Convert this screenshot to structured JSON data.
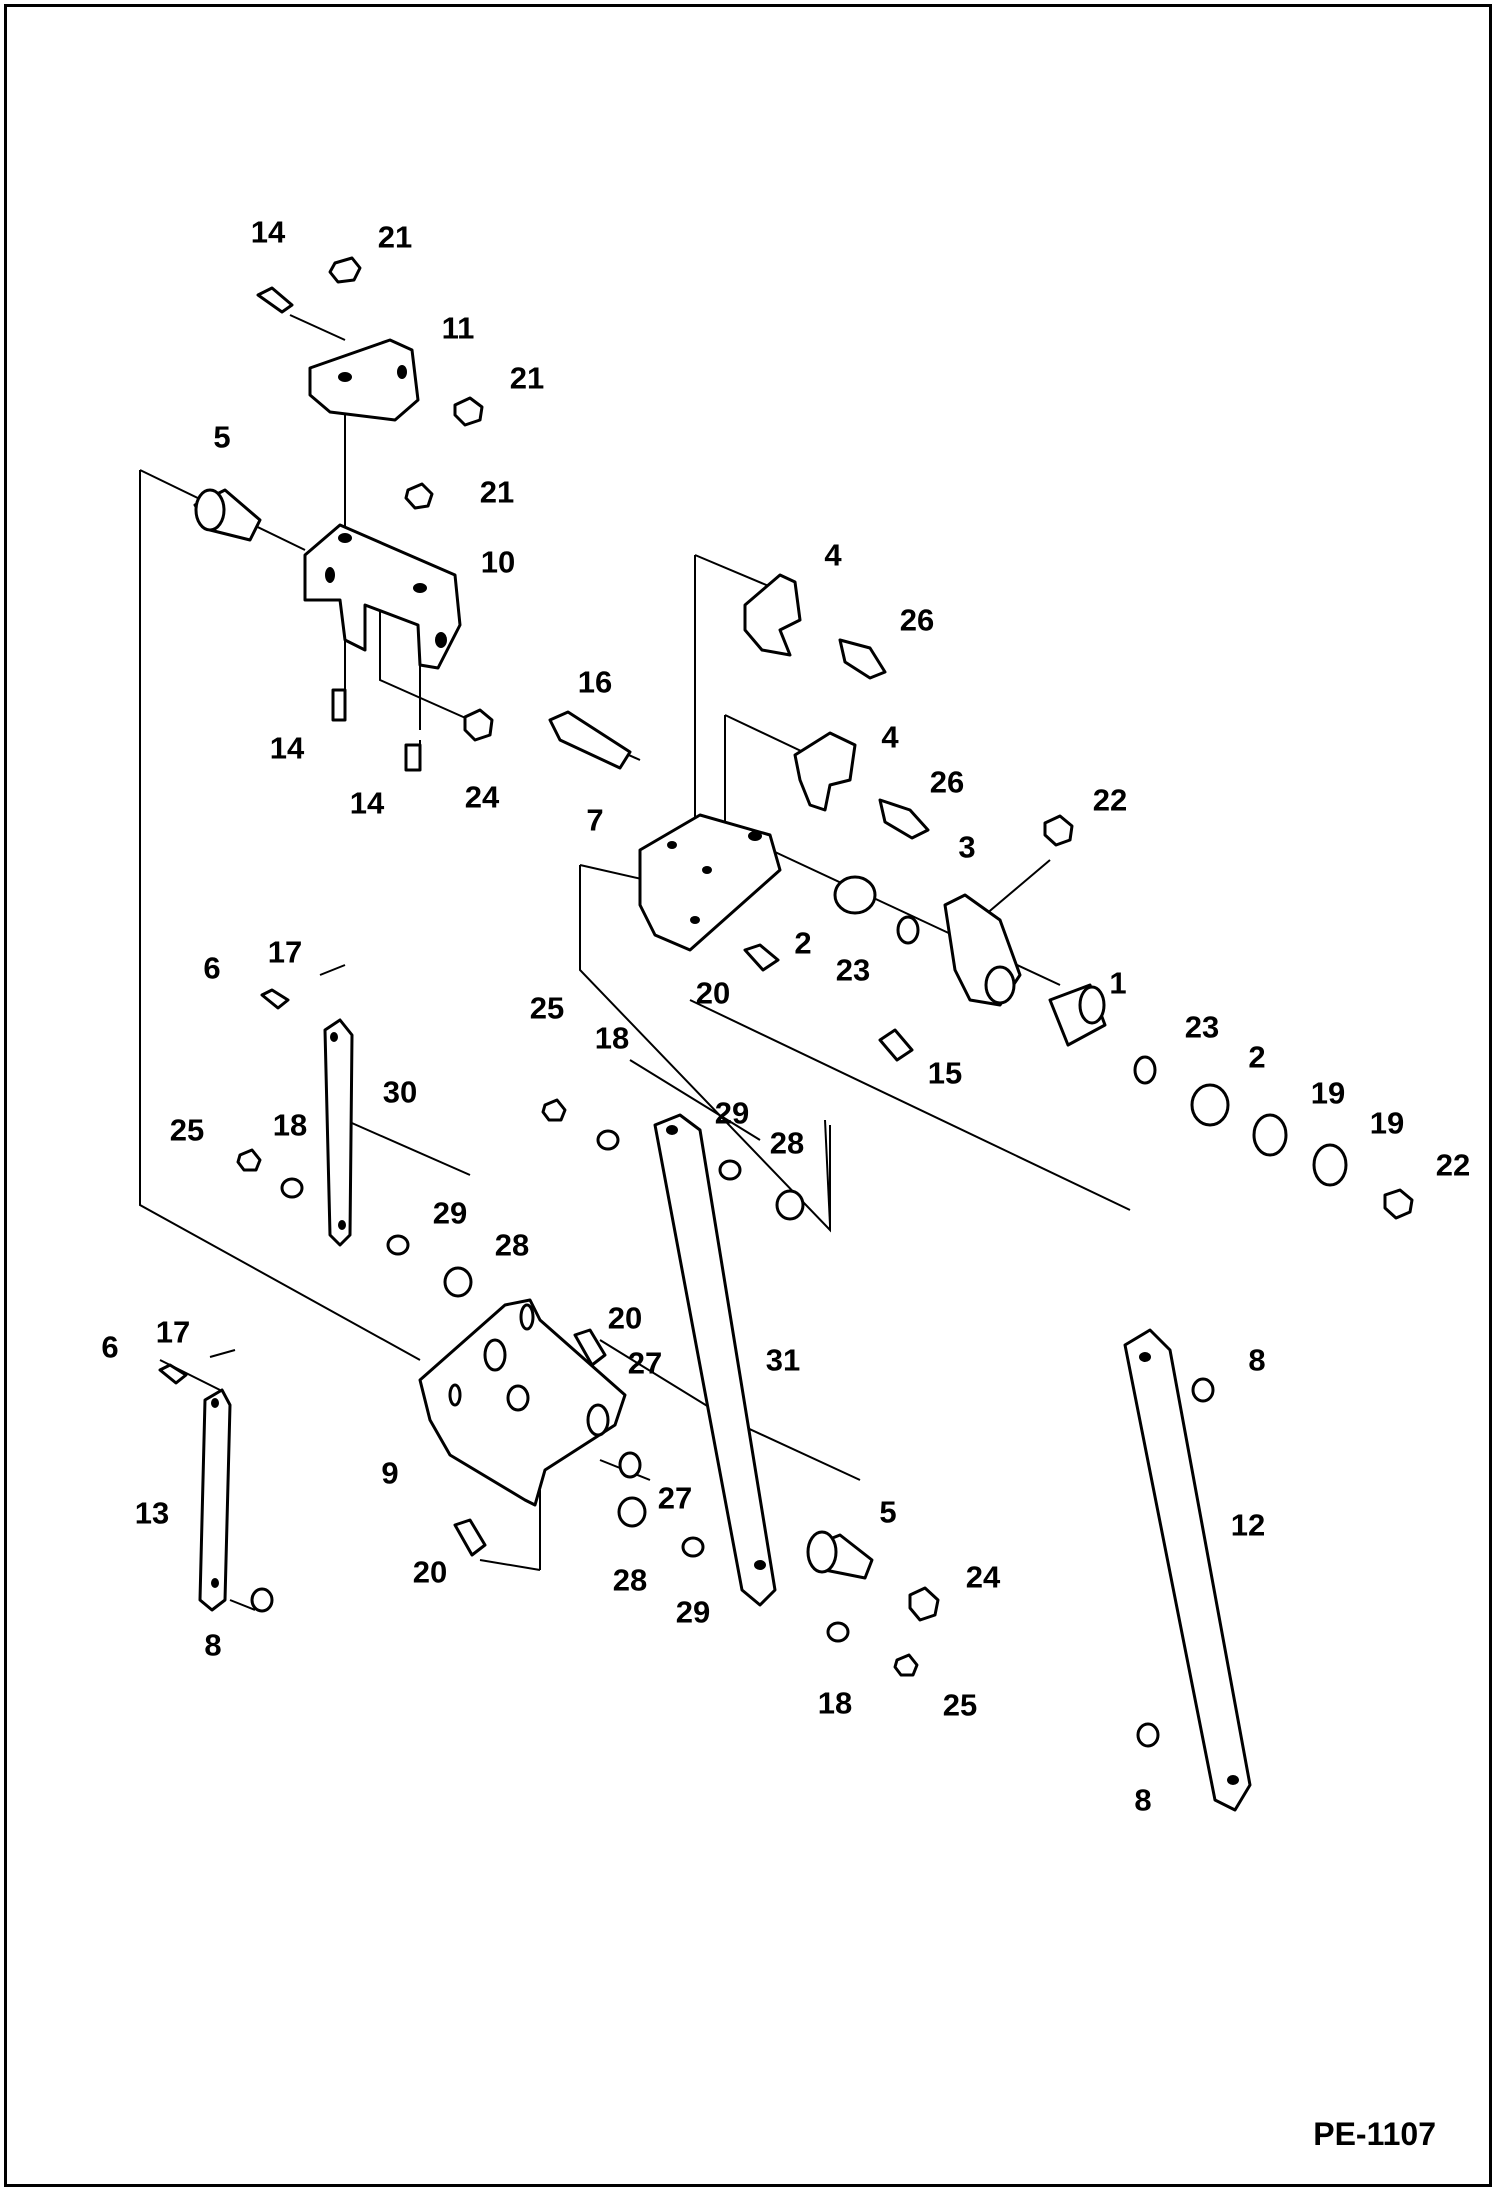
{
  "drawing_ref": "PE-1107",
  "callouts": [
    {
      "id": "c-14-top",
      "text": "14"
    },
    {
      "id": "c-21-top",
      "text": "21"
    },
    {
      "id": "c-11",
      "text": "11"
    },
    {
      "id": "c-21-b",
      "text": "21"
    },
    {
      "id": "c-5-top",
      "text": "5"
    },
    {
      "id": "c-21-c",
      "text": "21"
    },
    {
      "id": "c-10",
      "text": "10"
    },
    {
      "id": "c-14-a",
      "text": "14"
    },
    {
      "id": "c-14-b",
      "text": "14"
    },
    {
      "id": "c-24-top",
      "text": "24"
    },
    {
      "id": "c-4-a",
      "text": "4"
    },
    {
      "id": "c-26-a",
      "text": "26"
    },
    {
      "id": "c-16",
      "text": "16"
    },
    {
      "id": "c-4-b",
      "text": "4"
    },
    {
      "id": "c-26-b",
      "text": "26"
    },
    {
      "id": "c-22-a",
      "text": "22"
    },
    {
      "id": "c-7",
      "text": "7"
    },
    {
      "id": "c-3",
      "text": "3"
    },
    {
      "id": "c-2-a",
      "text": "2"
    },
    {
      "id": "c-23-a",
      "text": "23"
    },
    {
      "id": "c-20-a",
      "text": "20"
    },
    {
      "id": "c-1",
      "text": "1"
    },
    {
      "id": "c-23-b",
      "text": "23"
    },
    {
      "id": "c-15",
      "text": "15"
    },
    {
      "id": "c-2-b",
      "text": "2"
    },
    {
      "id": "c-19-a",
      "text": "19"
    },
    {
      "id": "c-19-b",
      "text": "19"
    },
    {
      "id": "c-22-b",
      "text": "22"
    },
    {
      "id": "c-17-a",
      "text": "17"
    },
    {
      "id": "c-6-a",
      "text": "6"
    },
    {
      "id": "c-30",
      "text": "30"
    },
    {
      "id": "c-25-a",
      "text": "25"
    },
    {
      "id": "c-18-a",
      "text": "18"
    },
    {
      "id": "c-25-b",
      "text": "25"
    },
    {
      "id": "c-18-b",
      "text": "18"
    },
    {
      "id": "c-29-a",
      "text": "29"
    },
    {
      "id": "c-28-a",
      "text": "28"
    },
    {
      "id": "c-29-b",
      "text": "29"
    },
    {
      "id": "c-28-b",
      "text": "28"
    },
    {
      "id": "c-20-b",
      "text": "20"
    },
    {
      "id": "c-27-a",
      "text": "27"
    },
    {
      "id": "c-31",
      "text": "31"
    },
    {
      "id": "c-8-a",
      "text": "8"
    },
    {
      "id": "c-12",
      "text": "12"
    },
    {
      "id": "c-17-b",
      "text": "17"
    },
    {
      "id": "c-6-b",
      "text": "6"
    },
    {
      "id": "c-9",
      "text": "9"
    },
    {
      "id": "c-13",
      "text": "13"
    },
    {
      "id": "c-27-b",
      "text": "27"
    },
    {
      "id": "c-5-b",
      "text": "5"
    },
    {
      "id": "c-24-b",
      "text": "24"
    },
    {
      "id": "c-20-c",
      "text": "20"
    },
    {
      "id": "c-28-c",
      "text": "28"
    },
    {
      "id": "c-29-c",
      "text": "29"
    },
    {
      "id": "c-18-c",
      "text": "18"
    },
    {
      "id": "c-25-c",
      "text": "25"
    },
    {
      "id": "c-8-b",
      "text": "8"
    },
    {
      "id": "c-8-c",
      "text": "8"
    }
  ]
}
